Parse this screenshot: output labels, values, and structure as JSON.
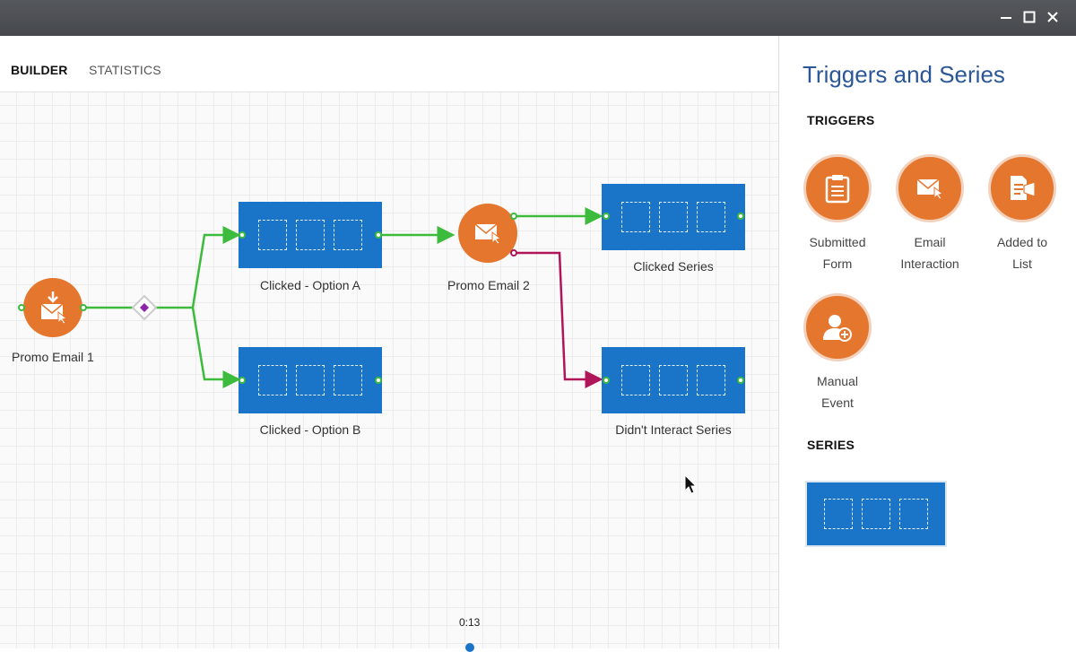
{
  "window": {
    "controls": {
      "minimize": "–",
      "maximize": "□",
      "close": "✕"
    }
  },
  "tabs": [
    {
      "label": "BUILDER",
      "active": true
    },
    {
      "label": "STATISTICS",
      "active": false
    }
  ],
  "canvas": {
    "nodes": {
      "promo_email_1": {
        "label": "Promo Email 1",
        "icon": "email-click-icon"
      },
      "clicked_option_a": {
        "label": "Clicked - Option A"
      },
      "clicked_option_b": {
        "label": "Clicked - Option B"
      },
      "promo_email_2": {
        "label": "Promo Email 2",
        "icon": "email-click-icon"
      },
      "clicked_series": {
        "label": "Clicked Series"
      },
      "didnt_interact_series": {
        "label": "Didn't Interact Series"
      }
    },
    "colors": {
      "series": "#1a75c9",
      "email": "#e5762e",
      "link_green": "#3dbb3d",
      "link_red": "#b0155a",
      "decision": "#8e24aa"
    }
  },
  "panel": {
    "title": "Triggers and Series",
    "triggers_heading": "TRIGGERS",
    "triggers": [
      {
        "label_line1": "Submitted",
        "label_line2": "Form",
        "icon": "clipboard-icon"
      },
      {
        "label_line1": "Email",
        "label_line2": "Interaction",
        "icon": "email-click-icon"
      },
      {
        "label_line1": "Added to",
        "label_line2": "List",
        "icon": "list-add-icon"
      },
      {
        "label_line1": "Manual",
        "label_line2": "Event",
        "icon": "person-add-icon"
      }
    ],
    "series_heading": "SERIES"
  },
  "video": {
    "timestamp": "0:13"
  }
}
